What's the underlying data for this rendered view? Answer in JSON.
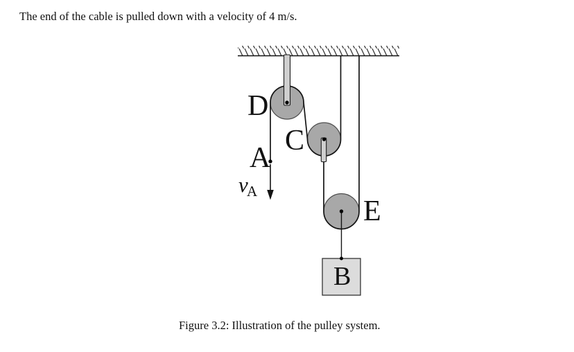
{
  "problem": {
    "text": "The end of the cable is pulled down with a velocity of 4 m/s."
  },
  "figure": {
    "caption": "Figure 3.2: Illustration of the pulley system.",
    "labels": {
      "top_pulley": "D",
      "middle_pulley": "C",
      "cable_end_point": "A",
      "bottom_pulley": "E",
      "block": "B",
      "velocity_symbol": "v",
      "velocity_subscript": "A"
    },
    "colors": {
      "pulley_fill": "#a8a8a8",
      "rod_fill": "#cfcfcf",
      "block_fill": "#dcdcdc",
      "line": "#141414"
    }
  }
}
